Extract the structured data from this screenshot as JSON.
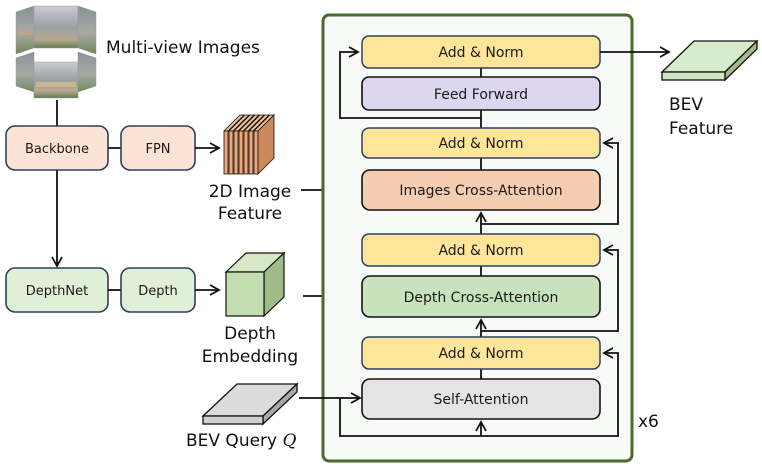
{
  "colors": {
    "encoder_border": "#4a6b2e",
    "encoder_bg": "#f8faf8",
    "add_norm": "#fde59a",
    "feed_forward": "#dcd6f0",
    "images_cross_attention": "#f5cdb0",
    "depth_cross_attention": "#c8e3bb",
    "self_attention": "#e4e4e4",
    "backbone_branch": "#fbe3d5",
    "depth_branch": "#e0efd8",
    "feature_2d": "#f0a676",
    "depth_cube": "#c4ddb0",
    "bev_feature": "#cde6c0",
    "bev_query": "#d9d9d9"
  },
  "labels": {
    "multi_view_images": "Multi-view Images",
    "backbone": "Backbone",
    "fpn": "FPN",
    "image_feature_line1": "2D Image",
    "image_feature_line2": "Feature",
    "depthnet": "DepthNet",
    "depth": "Depth",
    "depth_embedding_line1": "Depth",
    "depth_embedding_line2": "Embedding",
    "bev_query": "BEV Query",
    "bev_query_symbol": "Q",
    "bev_feature_line1": "BEV",
    "bev_feature_line2": "Feature",
    "repeat": "x6"
  },
  "encoder_layers": [
    {
      "id": "add-norm-4",
      "label": "Add & Norm"
    },
    {
      "id": "feed-forward",
      "label": "Feed Forward"
    },
    {
      "id": "add-norm-3",
      "label": "Add & Norm"
    },
    {
      "id": "images-cross-attention",
      "label": "Images Cross-Attention"
    },
    {
      "id": "add-norm-2",
      "label": "Add & Norm"
    },
    {
      "id": "depth-cross-attention",
      "label": "Depth Cross-Attention"
    },
    {
      "id": "add-norm-1",
      "label": "Add & Norm"
    },
    {
      "id": "self-attention",
      "label": "Self-Attention"
    }
  ]
}
